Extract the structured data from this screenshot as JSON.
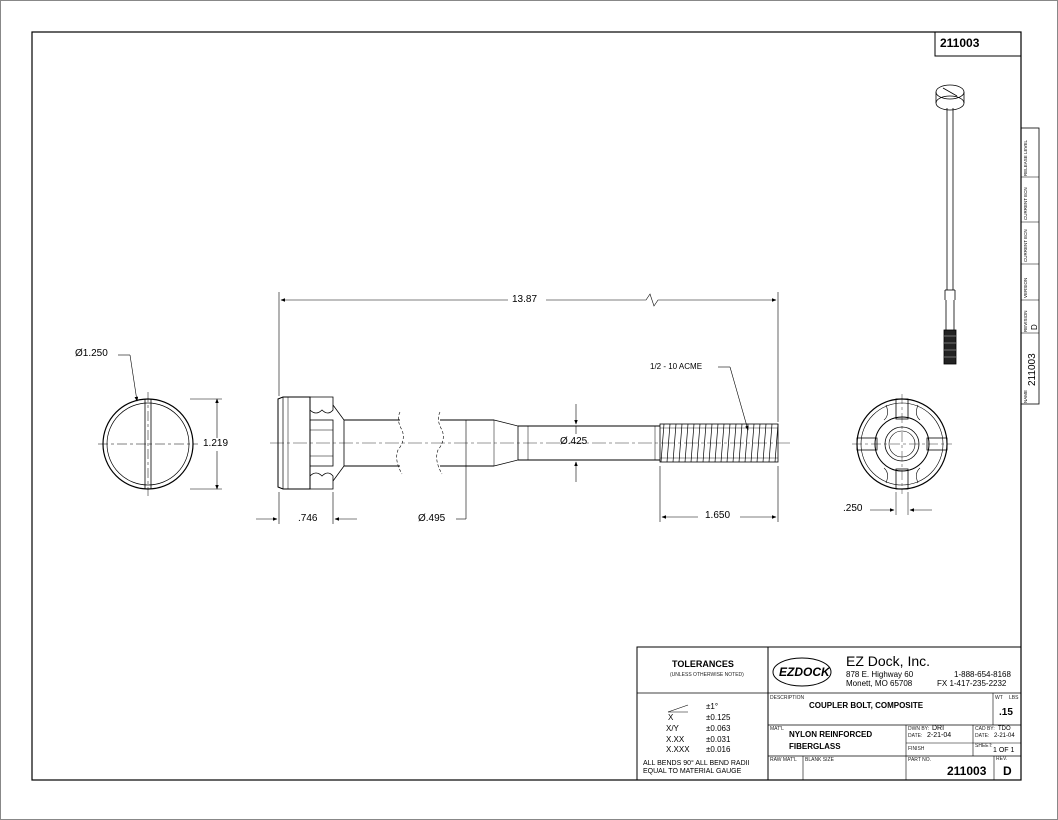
{
  "sheet": {
    "part_number_top": "211003"
  },
  "dimensions": {
    "overall_length": "13.87",
    "head_diameter": "Ø1.250",
    "head_height": "1.219",
    "thread_spec": "1/2 - 10 ACME",
    "neck_diameter": "Ø.425",
    "shank_diameter": "Ø.495",
    "head_length": ".746",
    "thread_length": "1.650",
    "slot_width": ".250"
  },
  "revision_block": {
    "labels": [
      "RELEASE LEVEL",
      "CURRENT ECN",
      "CURRENT ECN",
      "VERSION",
      "REVISION"
    ],
    "revision": "D",
    "name_label": "NAME",
    "name_value": "211003"
  },
  "tolerances": {
    "title": "TOLERANCES",
    "subtitle": "(UNLESS OTHERWISE NOTED)",
    "rows": [
      {
        "label": "",
        "value": "±1°"
      },
      {
        "label": "X",
        "value": "±0.125"
      },
      {
        "label": "X/Y",
        "value": "±0.063"
      },
      {
        "label": "X.XX",
        "value": "±0.031"
      },
      {
        "label": "X.XXX",
        "value": "±0.016"
      }
    ],
    "bends_note": "ALL BENDS 90°   ALL BEND RADII",
    "bends_note2": "EQUAL TO MATERIAL GAUGE"
  },
  "company": {
    "logo": "EZDOCK",
    "name": "EZ Dock, Inc.",
    "address1": "878 E. Highway 60",
    "address2": "Monett, MO 65708",
    "phone": "1-888-654-8168",
    "fax": "FX  1-417-235-2232"
  },
  "title_block": {
    "description_label": "DESCRIPTION",
    "description": "COUPLER BOLT, COMPOSITE",
    "wt_label": "WT",
    "lbs_label": "LBS",
    "weight": ".15",
    "matl_label": "MAT'L",
    "material1": "NYLON REINFORCED",
    "material2": "FIBERGLASS",
    "dwn_by_label": "DWN BY:",
    "dwn_by": "DRI",
    "date_label": "DATE:",
    "date": "2-21-04",
    "cad_by_label": "CAD BY:",
    "cad_by": "TDO",
    "cad_date_label": "DATE:",
    "cad_date": "2-21-04",
    "finish_label": "FINISH",
    "sheet_label": "SHEET:",
    "sheet": "1 OF 1",
    "raw_matl_label": "RAW MAT'L",
    "blank_size_label": "BLANK SIZE",
    "part_no_label": "PART NO.",
    "part_no": "211003",
    "rev_label": "REV.",
    "rev": "D"
  }
}
